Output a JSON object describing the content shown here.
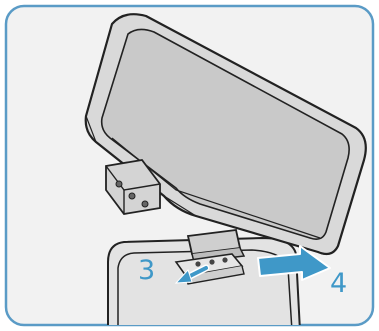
{
  "diagram": {
    "steps": [
      {
        "number": "3",
        "action": "slide-release-lever"
      },
      {
        "number": "4",
        "action": "slide-device-off"
      }
    ],
    "colors": {
      "frame_border": "#5a9bc6",
      "frame_fill": "#f2f2f2",
      "device_body": "#d9d9d9",
      "device_panel": "#c7c7c7",
      "outline": "#222222",
      "arrow": "#3f98c8",
      "step_label": "#3f98c8"
    }
  }
}
